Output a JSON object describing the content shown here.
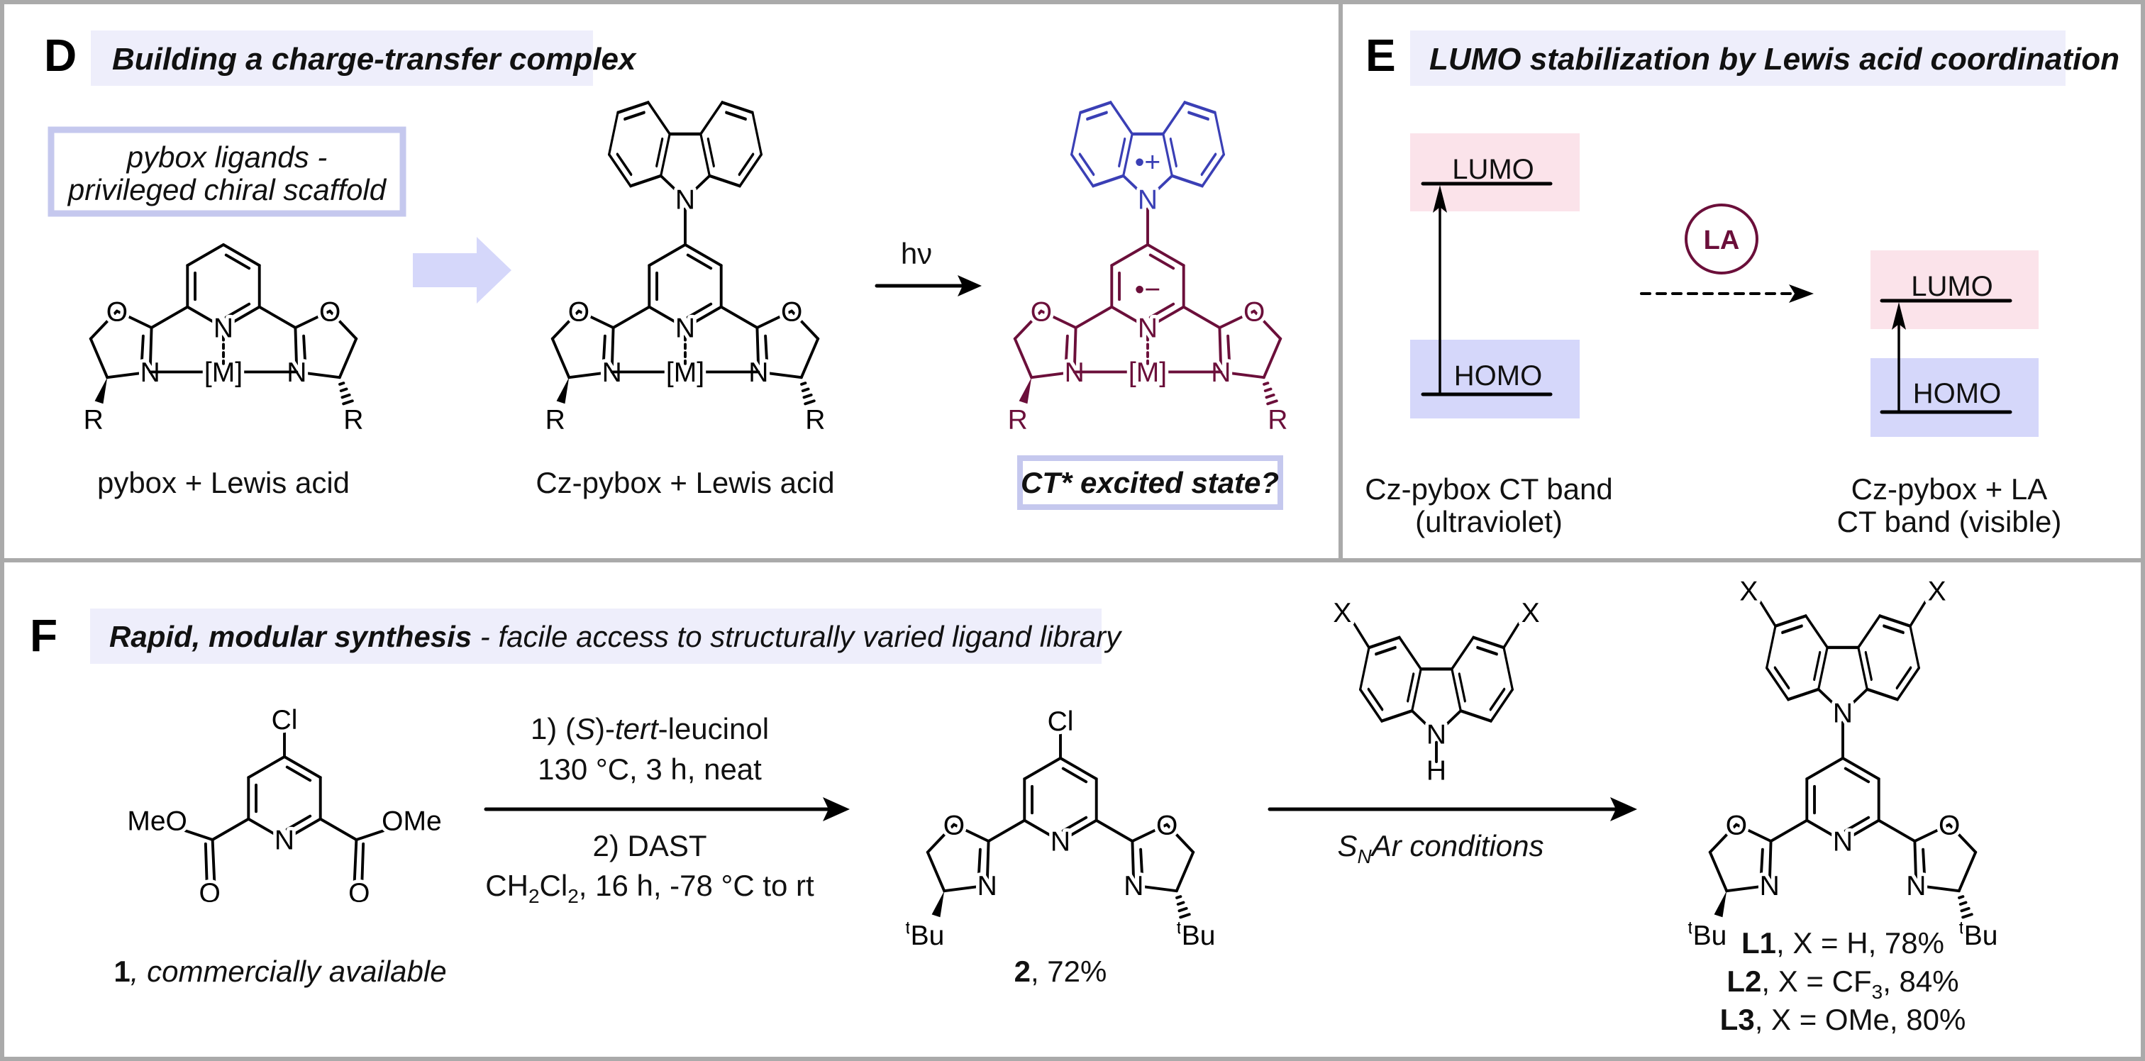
{
  "panels": {
    "D": {
      "letter": "D",
      "title": "Building a charge-transfer complex",
      "callout": [
        "pybox ligands  -",
        "privileged chiral scaffold"
      ],
      "arrow_label": "hν",
      "captions": [
        "pybox + Lewis acid",
        "Cz-pybox + Lewis acid"
      ],
      "ct_label": "CT* excited state?"
    },
    "E": {
      "letter": "E",
      "title": "LUMO stabilization by Lewis acid coordination",
      "lumo": "LUMO",
      "homo": "HOMO",
      "la": "LA",
      "left_caption": [
        "Cz-pybox CT band",
        "(ultraviolet)"
      ],
      "right_caption": [
        "Cz-pybox + LA",
        "CT band (visible)"
      ]
    },
    "F": {
      "letter": "F",
      "title_bold": "Rapid, modular synthesis",
      "title_rest": " - facile access to structurally varied ligand library",
      "step1": [
        "1) (",
        "S",
        ")-",
        "tert",
        "-leucinol"
      ],
      "step1_conditions": "130 °C, 3 h, neat",
      "step2": "2) DAST",
      "step2_conditions": [
        "CH",
        "2",
        "Cl",
        "2",
        ", 16 h,  -78 °C to rt"
      ],
      "snar": [
        "S",
        "N",
        "Ar conditions"
      ],
      "compound1": [
        "1",
        ", commercially available"
      ],
      "compound2": [
        "2",
        ", 72%"
      ],
      "products": [
        {
          "id": "L1",
          "rest": ", X = H, 78%"
        },
        {
          "id": "L2",
          "rest": ", X = CF",
          "sub": "3",
          "rest2": ", 84%"
        },
        {
          "id": "L3",
          "rest": ", X = OMe, 80%"
        }
      ]
    }
  },
  "atoms": {
    "N": "N",
    "O": "O",
    "M": "[M]",
    "R": "R",
    "Cl": "Cl",
    "X": "X",
    "H": "H",
    "tBu_sup": "t",
    "tBu": "Bu",
    "MeO": "MeO",
    "OMe": "OMe",
    "radical_cation": "•+",
    "radical_anion": "•−"
  },
  "colors": {
    "header_bg": "#eeeefb",
    "callout_border": "#c5c8ee",
    "block_arrow": "#d5d7fa",
    "lumo_bg": "#fbe3ea",
    "homo_bg": "#d5d7fa",
    "donor_blue": "#3a3fb5",
    "acceptor_maroon": "#6b0f3a",
    "frame": "#aaaaaa"
  }
}
